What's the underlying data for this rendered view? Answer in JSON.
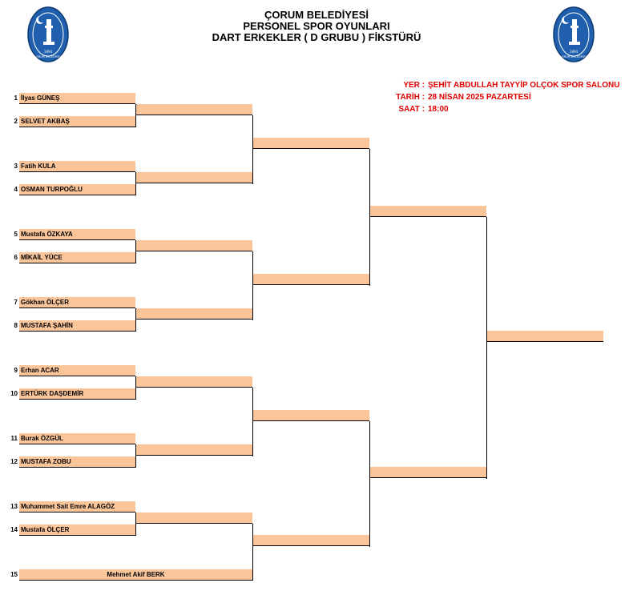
{
  "header": {
    "line1": "ÇORUM BELEDİYESİ",
    "line2": "PERSONEL SPOR OYUNLARI",
    "line3": "DART ERKEKLER ( D GRUBU ) FİKSTÜRÜ"
  },
  "logo": {
    "text_top": "ÇORUM BELEDİYESİ",
    "text_year": "1894"
  },
  "info": {
    "yer_label": "YER :",
    "yer_value": "ŞEHİT ABDULLAH TAYYİP OLÇOK SPOR SALONU",
    "tarih_label": "TARİH :",
    "tarih_value": "28 NİSAN 2025 PAZARTESİ",
    "saat_label": "SAAT :",
    "saat_value": "18:00"
  },
  "players": [
    {
      "seed": "1",
      "name": "İlyas GÜNEŞ"
    },
    {
      "seed": "2",
      "name": "SELVET AKBAŞ"
    },
    {
      "seed": "3",
      "name": "Fatih KULA"
    },
    {
      "seed": "4",
      "name": "OSMAN TURPOĞLU"
    },
    {
      "seed": "5",
      "name": "Mustafa ÖZKAYA"
    },
    {
      "seed": "6",
      "name": "MİKAİL YÜCE"
    },
    {
      "seed": "7",
      "name": "Gökhan ÖLÇER"
    },
    {
      "seed": "8",
      "name": "MUSTAFA ŞAHİN"
    },
    {
      "seed": "9",
      "name": "Erhan ACAR"
    },
    {
      "seed": "10",
      "name": "ERTÜRK DAŞDEMİR"
    },
    {
      "seed": "11",
      "name": "Burak ÖZGÜL"
    },
    {
      "seed": "12",
      "name": "MUSTAFA ZOBU"
    },
    {
      "seed": "13",
      "name": "Muhammet Sait Emre ALAGÖZ"
    },
    {
      "seed": "14",
      "name": "Mustafa ÖLÇER"
    },
    {
      "seed": "15",
      "name": "Mehmet Akif BERK"
    }
  ]
}
